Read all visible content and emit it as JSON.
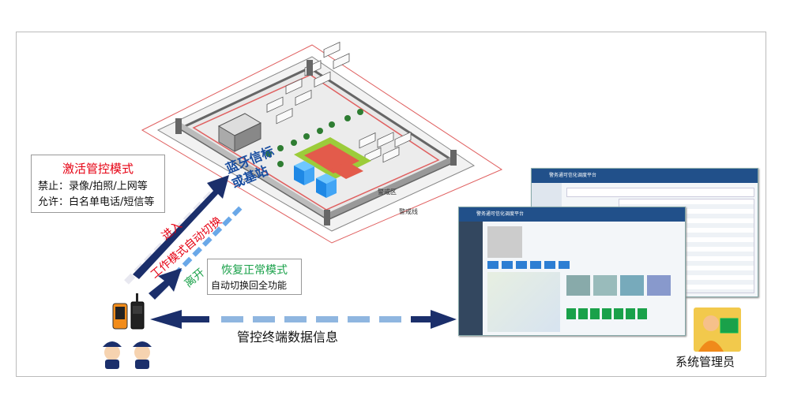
{
  "mode_box": {
    "title": "激活管控模式",
    "forbid": "禁止：录像/拍照/上网等",
    "allow": "允许：白名单电话/短信等"
  },
  "bt_label": "蓝牙信标\n或基站",
  "enter_label": "进入",
  "switch_label": "工作模式自动切换",
  "leave_label": "离开",
  "restore_box": {
    "title": "恢复正常模式",
    "desc": "自动切换回全功能"
  },
  "data_label": "管控终端数据信息",
  "admin_label": "系统管理员",
  "zone": {
    "inner": "警戒区",
    "outer": "警戒线"
  },
  "screen_back": {
    "title": "警务通可信化调度平台"
  },
  "screen_front": {
    "title": "警务通可信化调度平台"
  },
  "colors": {
    "red": "#e60012",
    "green": "#1aa14a",
    "blue": "#1a4ea0",
    "navy": "#1b2f6b"
  }
}
